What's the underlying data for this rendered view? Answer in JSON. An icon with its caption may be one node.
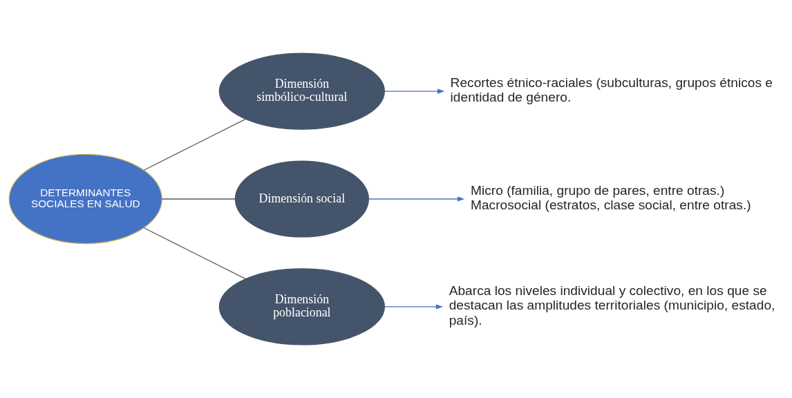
{
  "diagram": {
    "nodes": [
      {
        "text": [
          "DETERMINANTES SOCIALES EN SALUD"
        ]
      },
      {
        "text": [
          "Dimensión simbólico-cultural"
        ]
      },
      {
        "text": [
          "Dimensión social"
        ]
      },
      {
        "text": [
          "Dimensión poblacional"
        ]
      },
      {
        "text": [
          "Recortes étnico-raciales (subculturas, grupos étnicos e identidad de género."
        ]
      },
      {
        "text": [
          "Micro (familia, grupo de pares, entre otras.)",
          "Macrosocial (estratos, clase social, entre otras.)"
        ]
      },
      {
        "text": [
          "Abarca los niveles individual y colectivo, en los que se destacan las amplitudes territoriales (municipio, estado, país)."
        ]
      }
    ],
    "edges": [
      {
        "from": 0,
        "to": 1,
        "arrow": "none"
      },
      {
        "from": 0,
        "to": 2,
        "arrow": "none"
      },
      {
        "from": 0,
        "to": 3,
        "arrow": "none"
      },
      {
        "from": 1,
        "to": 4,
        "arrow": "to",
        "color": "#4472c4"
      },
      {
        "from": 2,
        "to": 5,
        "arrow": "to",
        "color": "#4472c4"
      },
      {
        "from": 3,
        "to": 6,
        "arrow": "to",
        "color": "#4472c4"
      }
    ]
  }
}
